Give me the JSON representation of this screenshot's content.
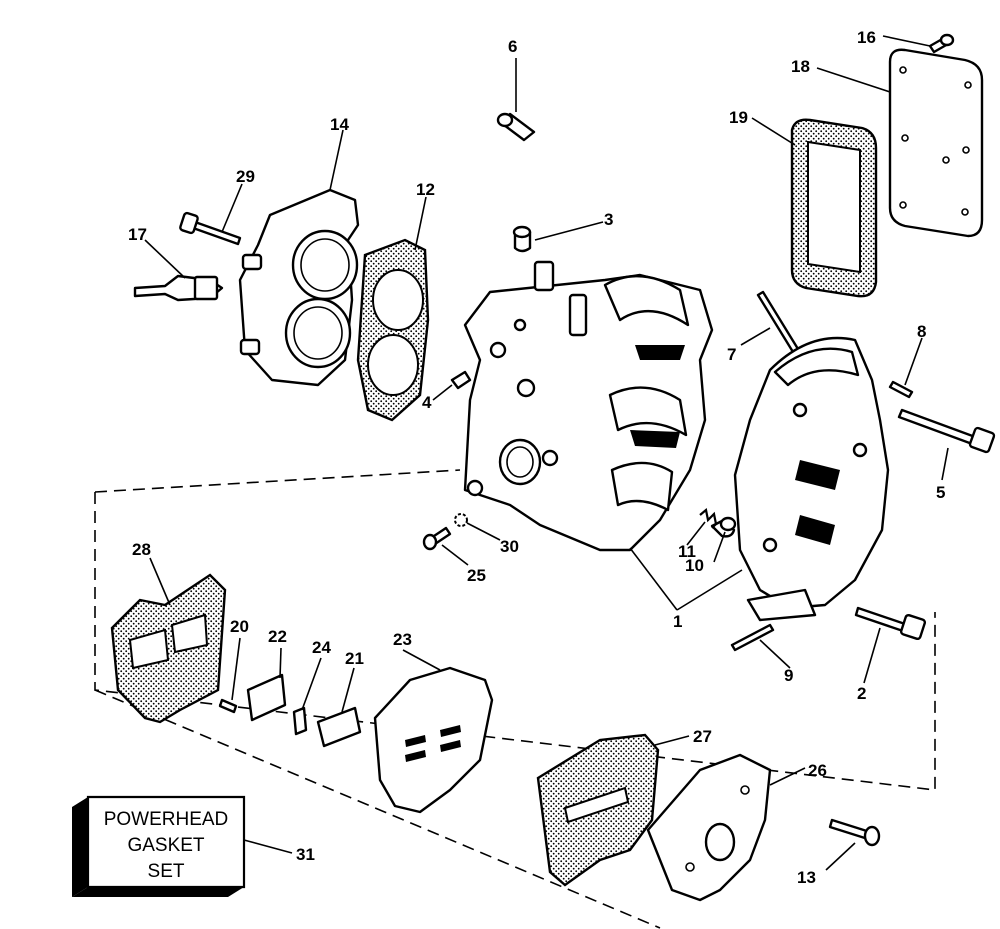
{
  "callouts": [
    "1",
    "2",
    "3",
    "4",
    "5",
    "6",
    "7",
    "8",
    "9",
    "10",
    "11",
    "12",
    "13",
    "14",
    "16",
    "17",
    "18",
    "19",
    "20",
    "21",
    "22",
    "23",
    "24",
    "25",
    "26",
    "27",
    "28",
    "29",
    "30",
    "31"
  ],
  "gasket_set_box": {
    "lines": [
      "POWERHEAD",
      "GASKET",
      "SET"
    ]
  },
  "colors": {
    "ink": "#000000",
    "paper": "#ffffff"
  }
}
